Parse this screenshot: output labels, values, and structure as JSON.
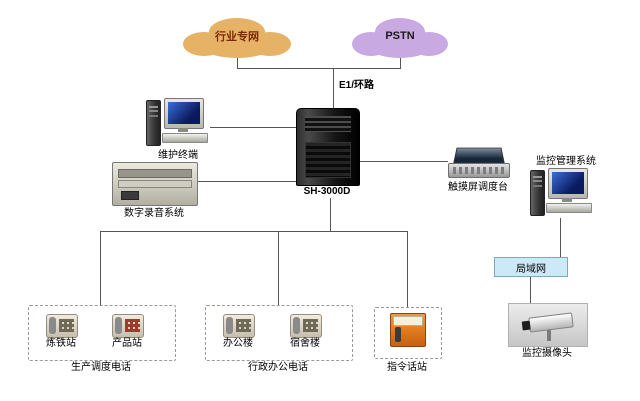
{
  "colors": {
    "cloud_industry": "#E5B266",
    "cloud_pstn": "#C9A9E2",
    "lan_fill": "#CBE9F6",
    "line": "#555555"
  },
  "clouds": {
    "industry": "行业专网",
    "pstn": "PSTN"
  },
  "trunk_label": "E1/环路",
  "server": {
    "label": "SH-3000D"
  },
  "devices": {
    "maintenance_terminal": "维护终端",
    "recording_system": "数字录音系统",
    "touch_console": "触摸屏调度台",
    "monitoring_system": "监控管理系统",
    "lan": "局域网",
    "camera": "监控摄像头"
  },
  "groups": [
    {
      "label": "生产调度电话",
      "stations": [
        "炼铁站",
        "产品站"
      ]
    },
    {
      "label": "行政办公电话",
      "stations": [
        "办公楼",
        "宿舍楼"
      ]
    },
    {
      "label": "指令话站",
      "stations": []
    }
  ]
}
